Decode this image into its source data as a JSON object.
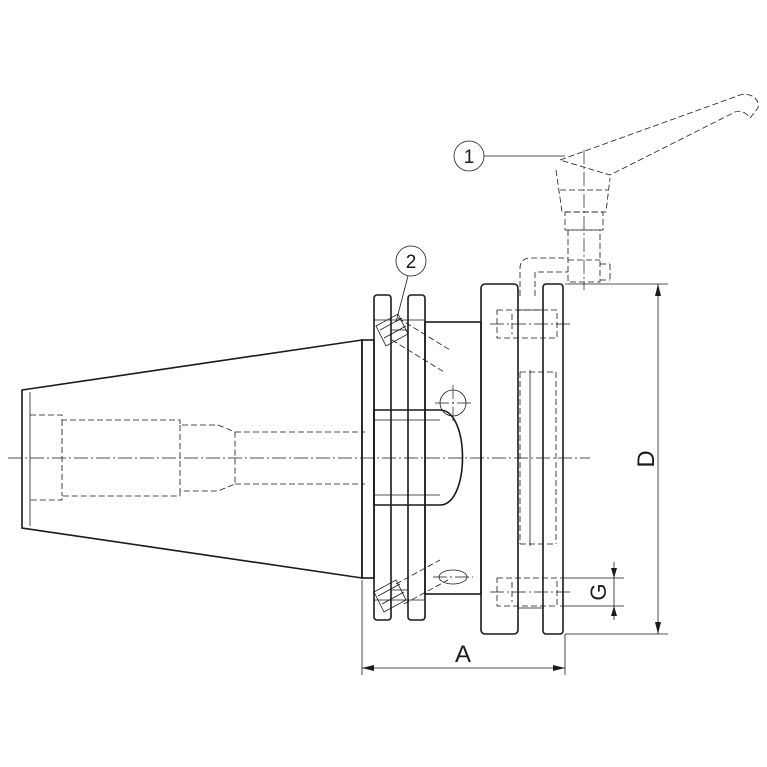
{
  "callouts": [
    {
      "id": "1"
    },
    {
      "id": "2"
    }
  ],
  "dimensions": {
    "a": "A",
    "d": "D",
    "g": "G"
  }
}
